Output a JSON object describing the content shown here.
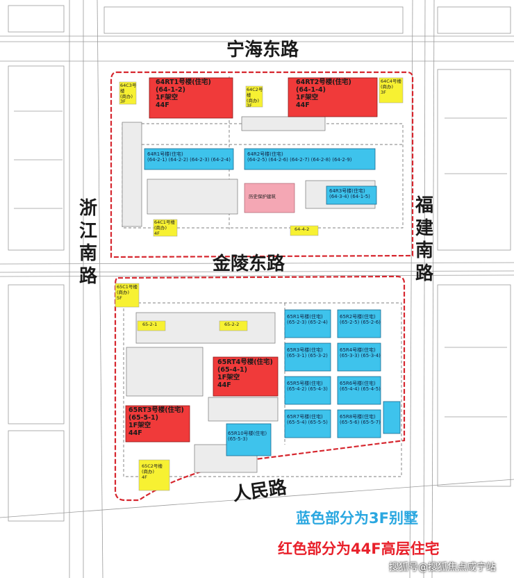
{
  "roads": {
    "north": "宁海东路",
    "middle": "金陵东路",
    "south": "人民路",
    "west": "浙江南路",
    "east": "福建南路"
  },
  "north_block": {
    "high_rise": [
      {
        "name": "64RT1号楼(住宅)",
        "code": "(64-1-2)",
        "floor1": "1F架空",
        "height": "44F"
      },
      {
        "name": "64RT2号楼(住宅)",
        "code": "(64-1-4)",
        "floor1": "1F架空",
        "height": "44F"
      }
    ],
    "commercial": [
      {
        "name": "64C3号楼",
        "use": "(商办)",
        "height": "3F"
      },
      {
        "name": "64C2号楼",
        "use": "(商办)",
        "height": "3F"
      },
      {
        "name": "64C4号楼",
        "use": "(商办)",
        "height": "3F"
      },
      {
        "name": "64C1号楼",
        "use": "(商办)",
        "height": "4F"
      }
    ],
    "plot_label": "64-4-2",
    "villas": [
      {
        "name": "64R1号楼(住宅)",
        "codes": "(64-2-1) (64-2-2) (64-2-3) (64-2-4)"
      },
      {
        "name": "64R2号楼(住宅)",
        "codes": "(64-2-5) (64-2-6) (64-2-7) (64-2-8) (64-2-9)"
      },
      {
        "name": "64R3号楼(住宅)",
        "codes": "(64-3-4) (64-1-5)"
      }
    ],
    "pink_note": "历史保护建筑"
  },
  "south_block": {
    "high_rise": [
      {
        "name": "65RT4号楼(住宅)",
        "code": "(65-4-1)",
        "floor1": "1F架空",
        "height": "44F"
      },
      {
        "name": "65RT3号楼(住宅)",
        "code": "(65-5-1)",
        "floor1": "1F架空",
        "height": "44F"
      }
    ],
    "commercial": [
      {
        "name": "65C1号楼",
        "use": "(商办)",
        "height": "5F"
      },
      {
        "name": "65C2号楼",
        "use": "(商办)",
        "height": "4F"
      }
    ],
    "plot_labels": [
      "65-2-1",
      "65-2-2"
    ],
    "villas": [
      {
        "name": "65R1号楼(住宅)",
        "codes": "(65-2-3) (65-2-4)"
      },
      {
        "name": "65R2号楼(住宅)",
        "codes": "(65-2-5) (65-2-6)"
      },
      {
        "name": "65R3号楼(住宅)",
        "codes": "(65-3-1) (65-3-2)"
      },
      {
        "name": "65R4号楼(住宅)",
        "codes": "(65-3-3) (65-3-4)"
      },
      {
        "name": "65R5号楼(住宅)",
        "codes": "(65-4-2) (65-4-3)"
      },
      {
        "name": "65R6号楼(住宅)",
        "codes": "(65-4-4) (65-4-5)"
      },
      {
        "name": "65R7号楼(住宅)",
        "codes": "(65-5-4) (65-5-5)"
      },
      {
        "name": "65R8号楼(住宅)",
        "codes": "(65-5-6) (65-5-7)"
      },
      {
        "name": "65R10号楼(住宅)",
        "codes": "(65-5-3)"
      }
    ]
  },
  "legend": {
    "blue": "蓝色部分为3F别墅",
    "red": "红色部分为44F高层住宅",
    "blue_color": "#2aa7e0",
    "red_color": "#e8202a"
  },
  "watermark": "搜狐号@搜狐焦点咸宁站",
  "colors": {
    "highrise": "#f03a3a",
    "villa": "#3ec3ec",
    "commercial": "#f7f132",
    "historic": "#f4a7b4",
    "boundary": "#d6262e"
  }
}
